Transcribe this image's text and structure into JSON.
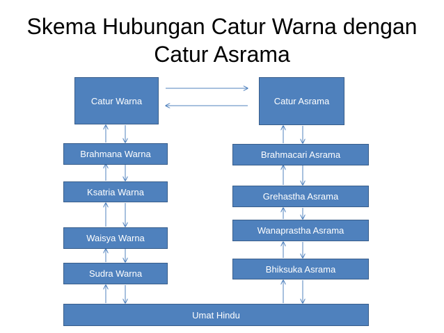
{
  "title": {
    "line1": "Skema Hubungan Catur Warna dengan",
    "line2": "Catur Asrama"
  },
  "colors": {
    "box_fill": "#4f81bd",
    "box_border": "#385d8a",
    "text": "#ffffff",
    "arrow": "#4f81bd"
  },
  "boxes": {
    "catur_warna": "Catur Warna",
    "catur_asrama": "Catur Asrama",
    "brahmana": "Brahmana Warna",
    "ksatria": "Ksatria Warna",
    "waisya": "Waisya Warna",
    "sudra": "Sudra Warna",
    "brahmacari": "Brahmacari Asrama",
    "grehastha": "Grehastha Asrama",
    "wanaprastha": "Wanaprastha Asrama",
    "bhiksuka": "Bhiksuka Asrama",
    "umat_hindu": "Umat Hindu"
  }
}
